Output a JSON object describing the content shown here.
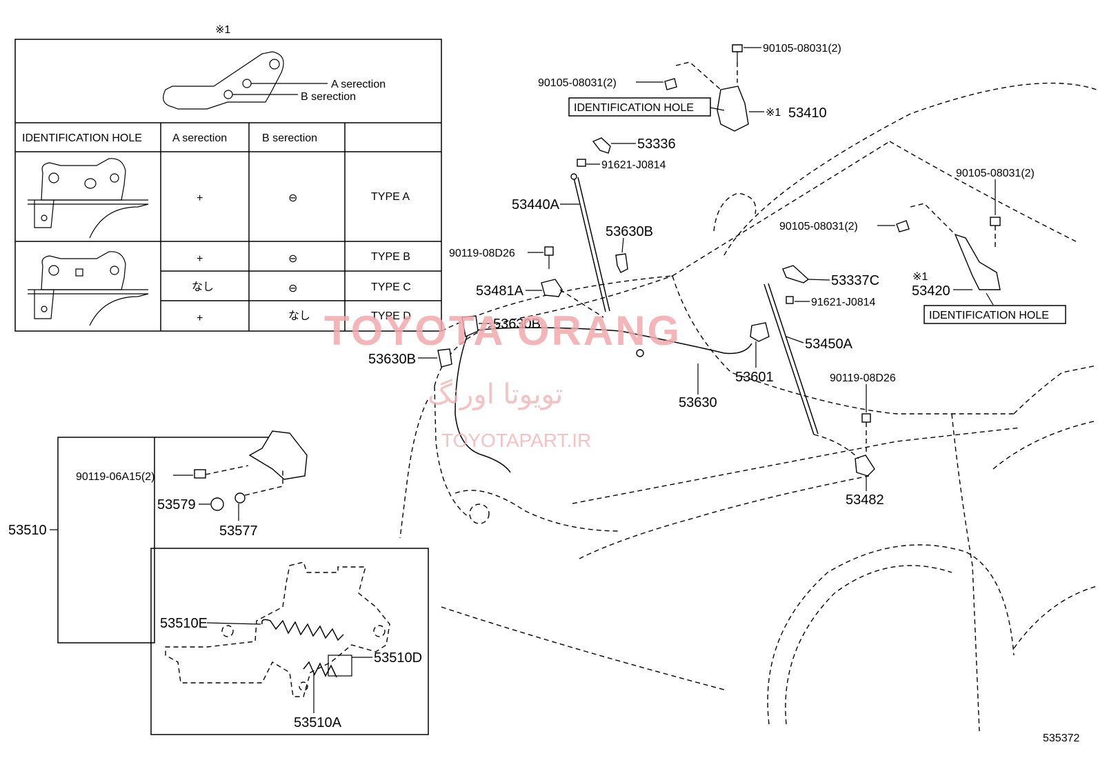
{
  "detail": {
    "ref_mark": "※1",
    "a_selection": "A serection",
    "b_selection": "B serection"
  },
  "table": {
    "headers": [
      "IDENTIFICATION HOLE",
      "A serection",
      "B serection",
      ""
    ],
    "rows": [
      {
        "a": "+",
        "b": "⊖",
        "type": "TYPE A"
      },
      {
        "a": "+",
        "b": "⊖",
        "type": "TYPE B"
      },
      {
        "a": "なし",
        "b": "⊖",
        "type": "TYPE C"
      },
      {
        "a": "+",
        "b": "なし",
        "type": "TYPE D"
      }
    ]
  },
  "labels": {
    "bolt_90105_top": "90105-08031(2)",
    "bolt_90105_left": "90105-08031(2)",
    "id_hole_left": "IDENTIFICATION HOLE",
    "ref_53410": "※1",
    "p53410": "53410",
    "p53336": "53336",
    "p91621_a": "91621-J0814",
    "p53440A": "53440A",
    "p53630B_a": "53630B",
    "p90119_a": "90119-08D26",
    "p53481A": "53481A",
    "p53630B_b": "53630B",
    "p53630B_c": "53630B",
    "p53630": "53630",
    "p53601": "53601",
    "p53450A": "53450A",
    "p53337C": "53337C",
    "p91621_b": "91621-J0814",
    "bolt_90105_right_top": "90105-08031(2)",
    "bolt_90105_right_mid": "90105-08031(2)",
    "ref_53420": "※1",
    "p53420": "53420",
    "id_hole_right": "IDENTIFICATION HOLE",
    "p90119_b": "90119-08D26",
    "p53482": "53482",
    "p90119_06A15": "90119-06A15(2)",
    "p53579": "53579",
    "p53577": "53577",
    "p53510": "53510",
    "p53510E": "53510E",
    "p53510D": "53510D",
    "p53510A": "53510A",
    "diagram_no": "535372"
  },
  "watermark": {
    "brand": "TOYOTA ORANG",
    "arabic": "تویوتا اورنگ",
    "url": "TOYOTAPART.IR"
  }
}
